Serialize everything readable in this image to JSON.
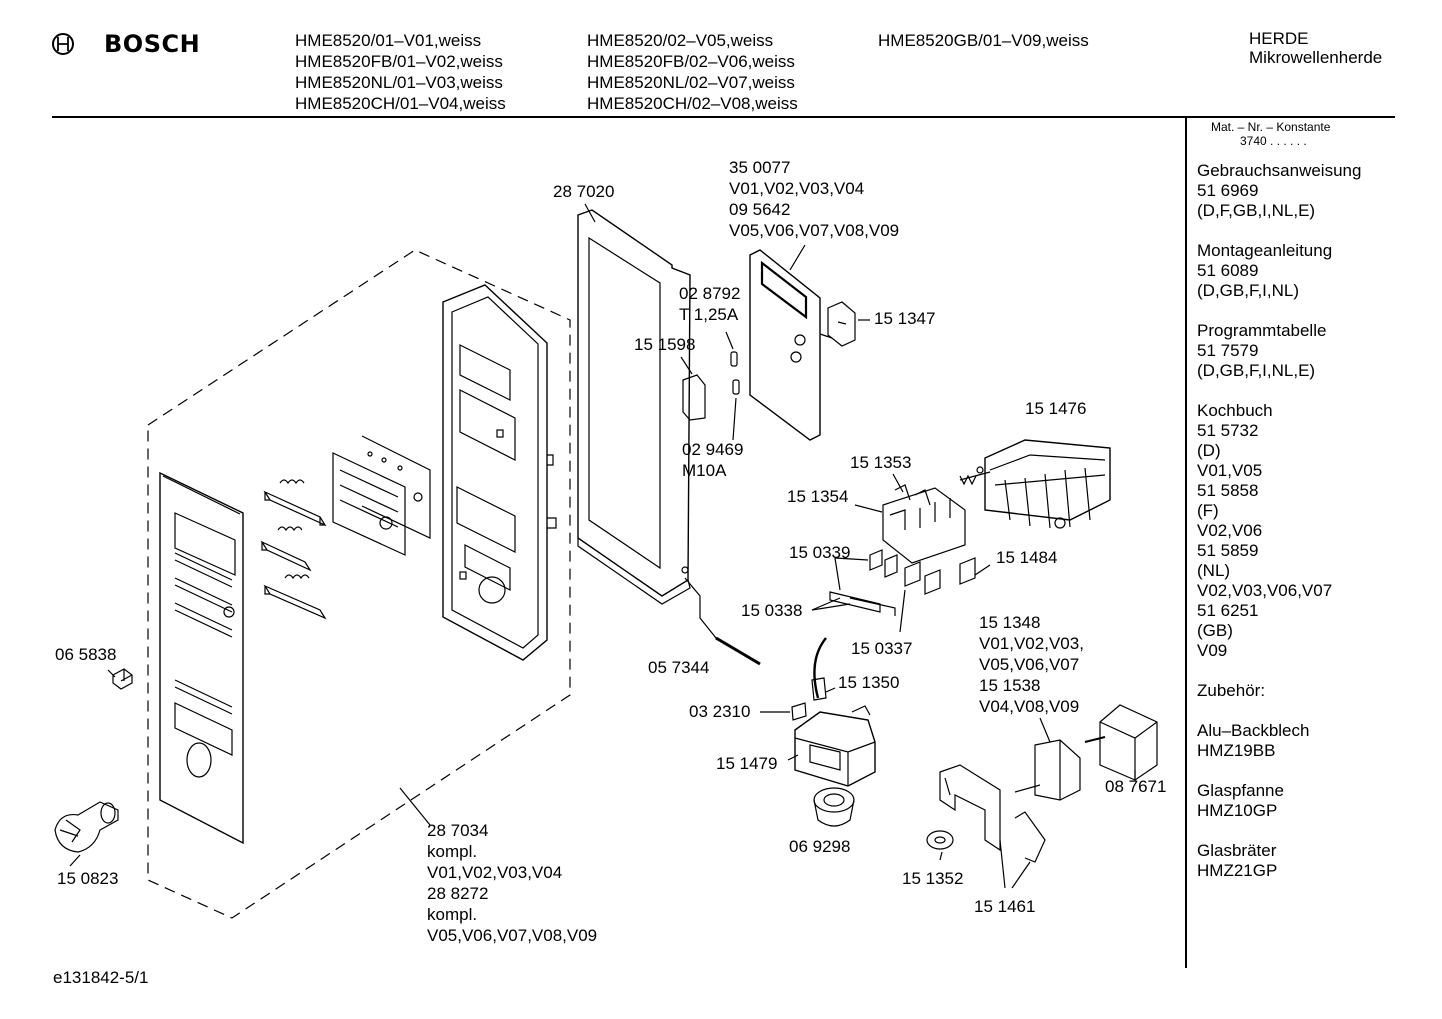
{
  "header": {
    "brand": "BOSCH",
    "models_col1": [
      "HME8520/01–V01,weiss",
      "HME8520FB/01–V02,weiss",
      "HME8520NL/01–V03,weiss",
      "HME8520CH/01–V04,weiss"
    ],
    "models_col2": [
      "HME8520/02–V05,weiss",
      "HME8520FB/02–V06,weiss",
      "HME8520NL/02–V07,weiss",
      "HME8520CH/02–V08,weiss"
    ],
    "models_col3": [
      "HME8520GB/01–V09,weiss"
    ],
    "category": [
      "HERDE",
      "Mikrowellenherde"
    ]
  },
  "sidebar": {
    "mat_title": "Mat. – Nr. – Konstante",
    "mat_value": "3740 . . . . . .",
    "groups": [
      {
        "lines": [
          "Gebrauchsanweisung",
          "51 6969",
          "(D,F,GB,I,NL,E)"
        ]
      },
      {
        "lines": [
          "Montageanleitung",
          "51 6089",
          "(D,GB,F,I,NL)"
        ]
      },
      {
        "lines": [
          "Programmtabelle",
          "51 7579",
          "(D,GB,F,I,NL,E)"
        ]
      },
      {
        "lines": [
          "Kochbuch",
          "51 5732",
          "(D)",
          "V01,V05",
          "51 5858",
          "(F)",
          "V02,V06",
          "51 5859",
          "(NL)",
          "V02,V03,V06,V07",
          "51 6251",
          "(GB)",
          "V09"
        ]
      },
      {
        "lines": [
          "Zubehör:"
        ]
      },
      {
        "lines": [
          "Alu–Backblech",
          "HMZ19BB"
        ]
      },
      {
        "lines": [
          "Glaspfanne",
          "HMZ10GP"
        ]
      },
      {
        "lines": [
          "Glasbräter",
          "HMZ21GP"
        ]
      }
    ]
  },
  "parts": {
    "p350077": [
      "35 0077",
      "V01,V02,V03,V04",
      "09 5642",
      "V05,V06,V07,V08,V09"
    ],
    "p287020": "28 7020",
    "p028792": [
      "02 8792",
      "T 1,25A"
    ],
    "p151598": "15 1598",
    "p151347": "15 1347",
    "p029469": [
      "02 9469",
      "M10A"
    ],
    "p151476": "15 1476",
    "p151353": "15 1353",
    "p151354": "15 1354",
    "p150339": "15 0339",
    "p151484": "15 1484",
    "p150338": "15 0338",
    "p150337": "15 0337",
    "p065838": "06 5838",
    "p057344": "05 7344",
    "p151348": [
      "15 1348",
      "V01,V02,V03,",
      "V05,V06,V07",
      "15 1538",
      "V04,V08,V09"
    ],
    "p151350": "15 1350",
    "p032310": "03 2310",
    "p151479": "15 1479",
    "p087671": "08 7671",
    "p069298": "06 9298",
    "p151352": "15 1352",
    "p151461": "15 1461",
    "p150823": "15 0823",
    "p287034": [
      "28 7034",
      "kompl.",
      "V01,V02,V03,V04",
      "28 8272",
      "kompl.",
      "V05,V06,V07,V08,V09"
    ]
  },
  "footer": {
    "doc_id": "e131842-5/1"
  }
}
